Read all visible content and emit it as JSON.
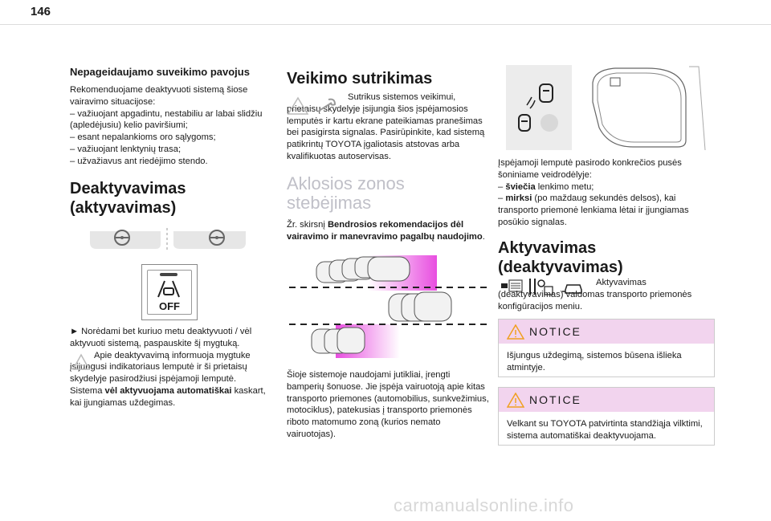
{
  "page_number": "146",
  "col1": {
    "heading": "Nepageidaujamo suveikimo pavojus",
    "intro": "Rekomenduojame deaktyvuoti sistemą šiose vairavimo situacijose:",
    "items": [
      "– važiuojant apgadintu, nestabiliu ar labai slidžiu (apledėjusiu) kelio paviršiumi;",
      "– esant nepalankioms oro sąlygoms;",
      "– važiuojant lenktynių trasa;",
      "– užvažiavus ant riedėjimo stendo."
    ],
    "section_title_1": "Deaktyvavimas",
    "section_title_2": "(aktyvavimas)",
    "off_label": "OFF",
    "instruction": "► Norėdami bet kuriuo metu deaktyvuoti / vėl aktyvuoti sistemą, paspauskite šį mygtuką.",
    "note": "Apie deaktyvavimą informuoja mygtuke įsijungusi indikatoriaus lemputė ir ši prietaisų skydelyje pasirodžiusi įspėjamoji lemputė.",
    "final_pre": "Sistema ",
    "final_bold": "vėl aktyvuojama automatiškai",
    "final_post": " kaskart, kai įjungiamas uždegimas."
  },
  "col2": {
    "title": "Veikimo sutrikimas",
    "fault_text": "Sutrikus sistemos veikimui, prietaisų skydelyje įsijungia šios įspėjamosios lemputės ir kartu ekrane pateikiamas pranešimas bei pasigirsta signalas. Pasirūpinkite, kad sistemą patikrintų TOYOTA įgaliotasis atstovas arba kvalifikuotas autoservisas.",
    "blind_spot_title": "Aklosios zonos stebėjimas",
    "ref_pre": "Žr. skirsnį ",
    "ref_bold": "Bendrosios rekomendacijos dėl vairavimo ir manevravimo pagalbų naudojimo",
    "ref_post": ".",
    "body": "Šioje sistemoje naudojami jutikliai, įrengti bamperių šonuose. Jie įspėja vairuotoją apie kitas transporto priemones (automobilius, sunkvežimius, motociklus), patekusias į transporto priemonės riboto matomumo zoną (kurios nemato vairuotojas)."
  },
  "col3": {
    "mirror_text": "Įspėjamoji lemputė pasirodo konkrečios pusės šoniniame veidrodėlyje:",
    "item1_bold": "šviečia",
    "item1_rest": " lenkimo metu;",
    "item2_bold": "mirksi",
    "item2_rest": " (po maždaug sekundės delsos), kai transporto priemonė lenkiama lėtai ir įjungiamas posūkio signalas.",
    "title_1": "Aktyvavimas",
    "title_2": "(deaktyvavimas)",
    "activation_text": "Aktyvavimas (deaktyvavimas) valdomas transporto priemonės konfigūracijos meniu.",
    "notice1_head": "NOTICE",
    "notice1_body": "Išjungus uždegimą, sistemos būsena išlieka atmintyje.",
    "notice2_head": "NOTICE",
    "notice2_body": "Velkant su TOYOTA patvirtinta standžiąja vilktimi, sistema automatiškai deaktyvuojama."
  },
  "watermark": "carmanualsonline.info",
  "colors": {
    "magenta": "#e84ee0",
    "notice_bg": "#f2d4ee",
    "gray_title": "#c0c0c8"
  }
}
